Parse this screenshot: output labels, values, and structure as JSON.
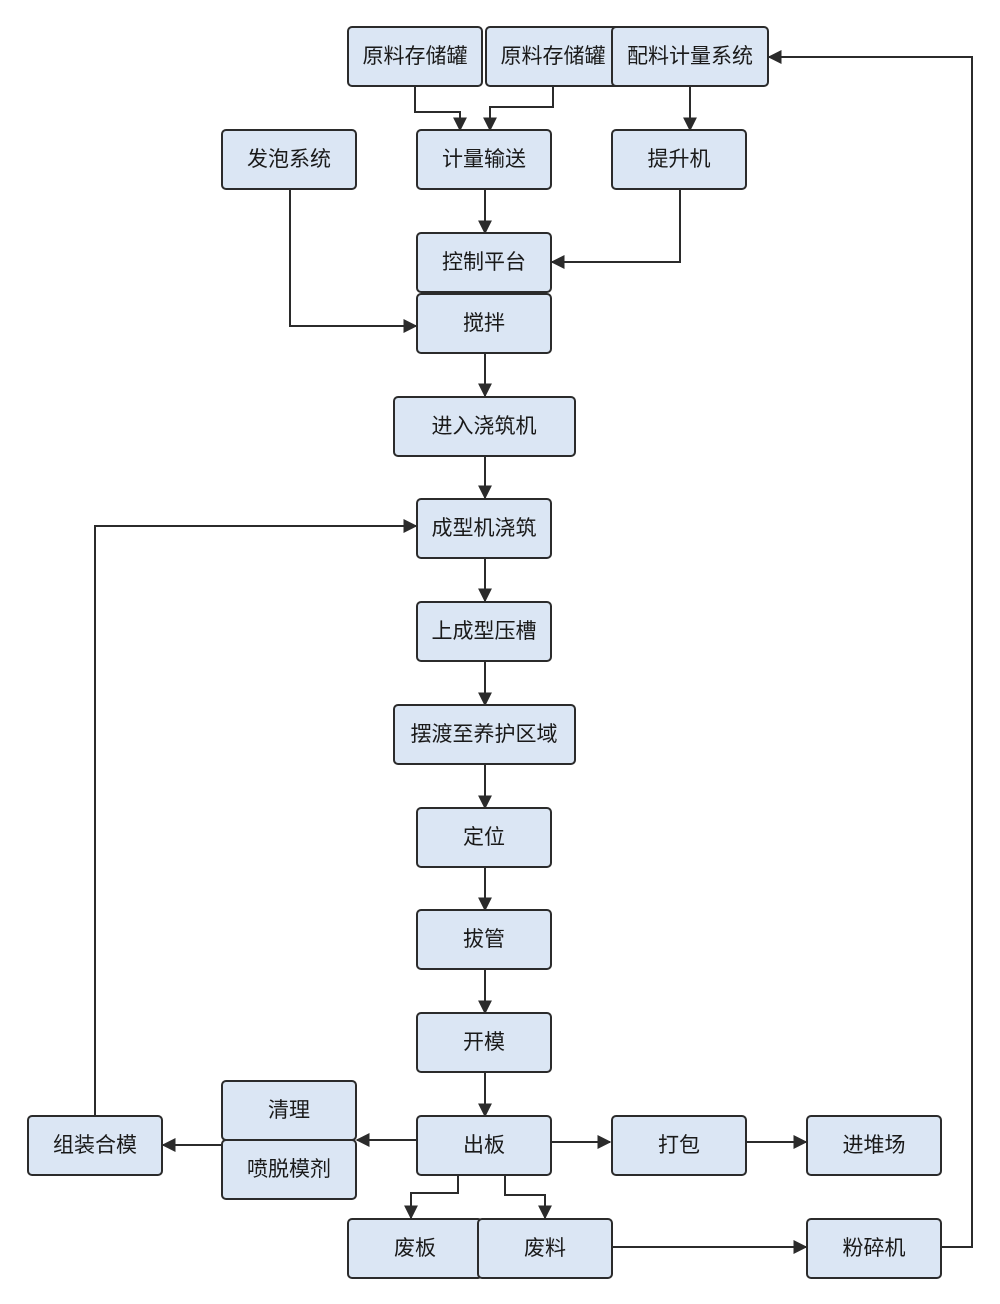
{
  "nodes": {
    "raw_tank_1": "原料存储罐",
    "raw_tank_2": "原料存储罐",
    "batching": "配料计量系统",
    "foaming": "发泡系统",
    "metering": "计量输送",
    "elevator": "提升机",
    "control": "控制平台",
    "mixing": "搅拌",
    "enter_casting": "进入浇筑机",
    "mold_casting": "成型机浇筑",
    "pressing": "上成型压槽",
    "ferry": "摆渡至养护区域",
    "positioning": "定位",
    "tube_pull": "拔管",
    "open_mold": "开模",
    "panel_out": "出板",
    "cleaning": "清理",
    "spray_release": "喷脱模剂",
    "assemble": "组装合模",
    "packing": "打包",
    "yard": "进堆场",
    "waste_panel": "废板",
    "waste_material": "废料",
    "crusher": "粉碎机"
  }
}
